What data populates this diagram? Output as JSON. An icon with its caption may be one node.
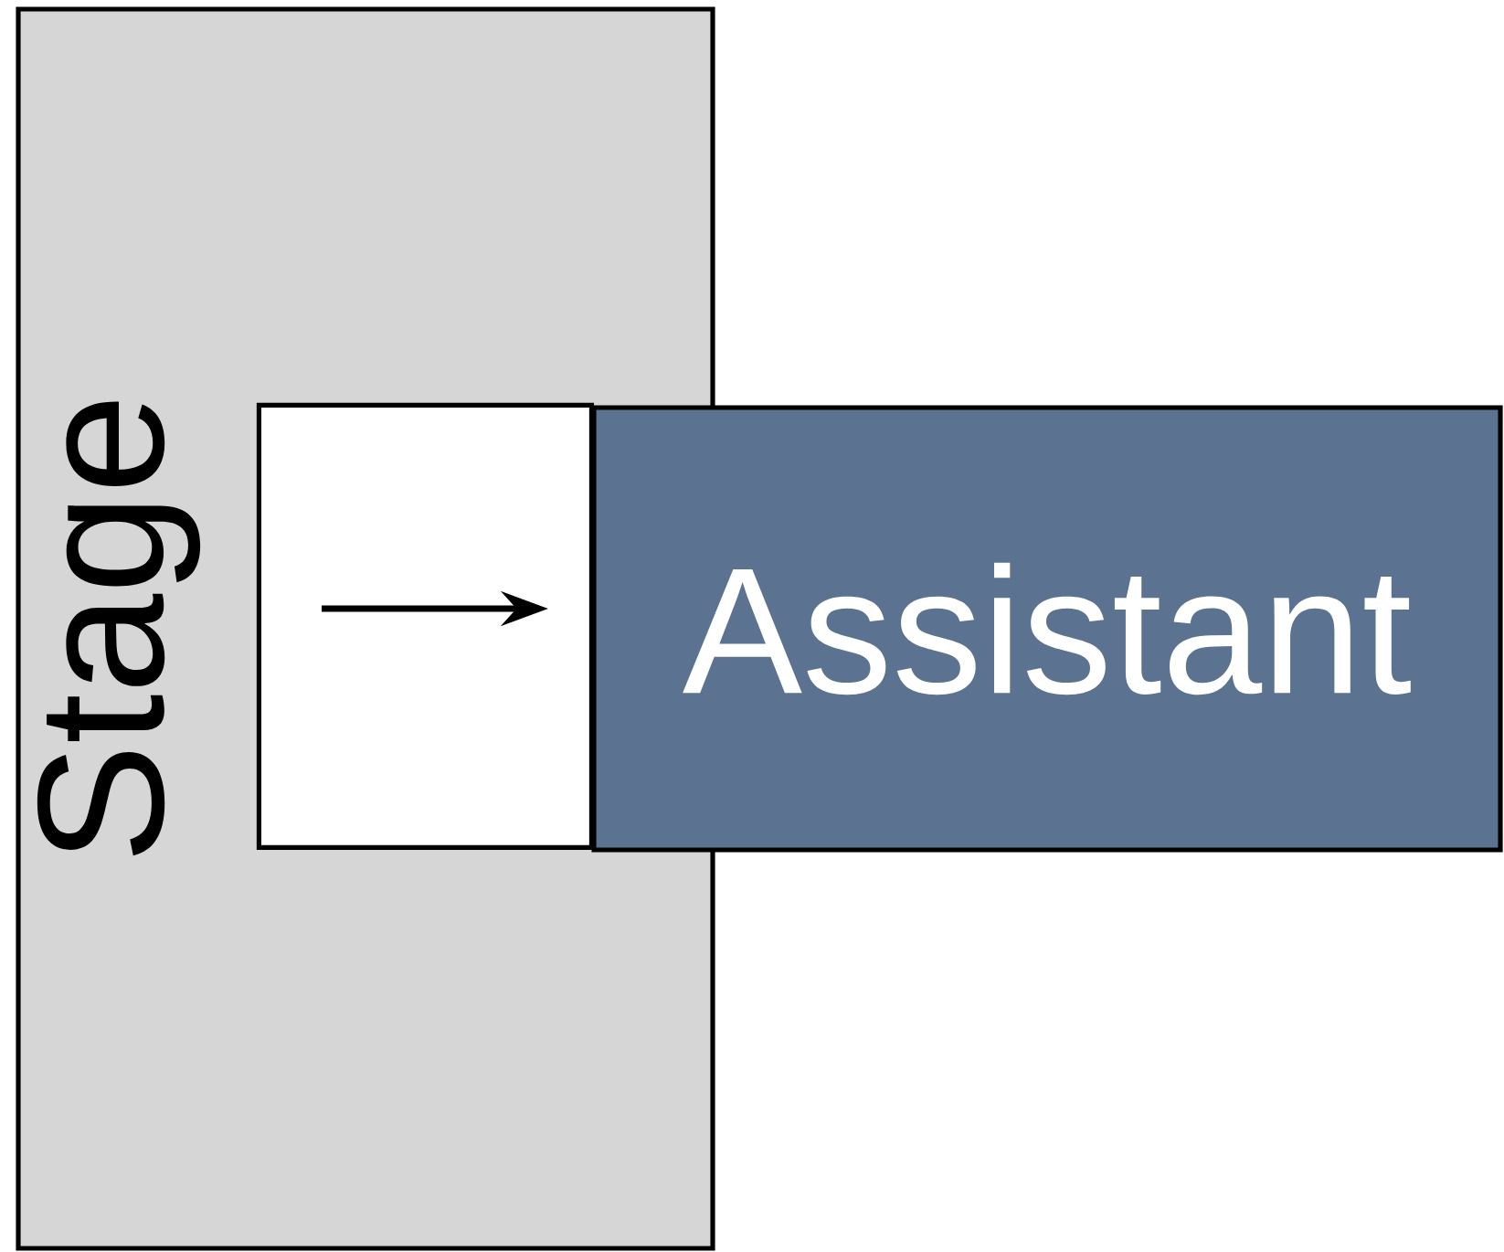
{
  "diagram": {
    "nodes": [
      {
        "text": [
          "Stage"
        ]
      },
      {
        "text": [],
        "shape": "box",
        "in": 0
      },
      {
        "text": [
          "Assistant"
        ]
      }
    ],
    "edges": []
  }
}
